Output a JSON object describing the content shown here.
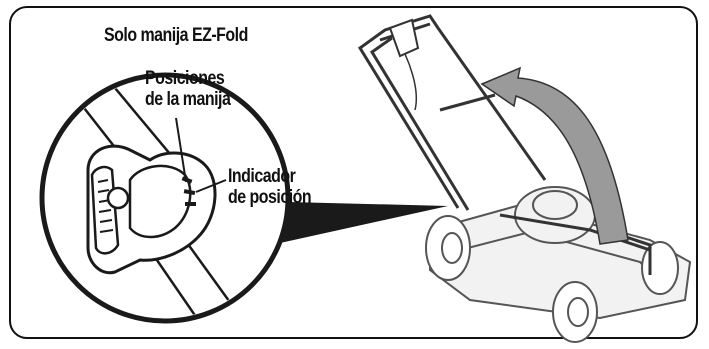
{
  "title": "Solo manija EZ-Fold",
  "callouts": {
    "handle_positions": [
      "Posiciones",
      "de la manija"
    ],
    "position_indicator": [
      "Indicador",
      "de posición"
    ]
  },
  "colors": {
    "line": "#1a1a1a",
    "arrow_fill": "#9a9a9a",
    "mower_line": "#555555",
    "mower_fill": "#f2f2f2"
  }
}
